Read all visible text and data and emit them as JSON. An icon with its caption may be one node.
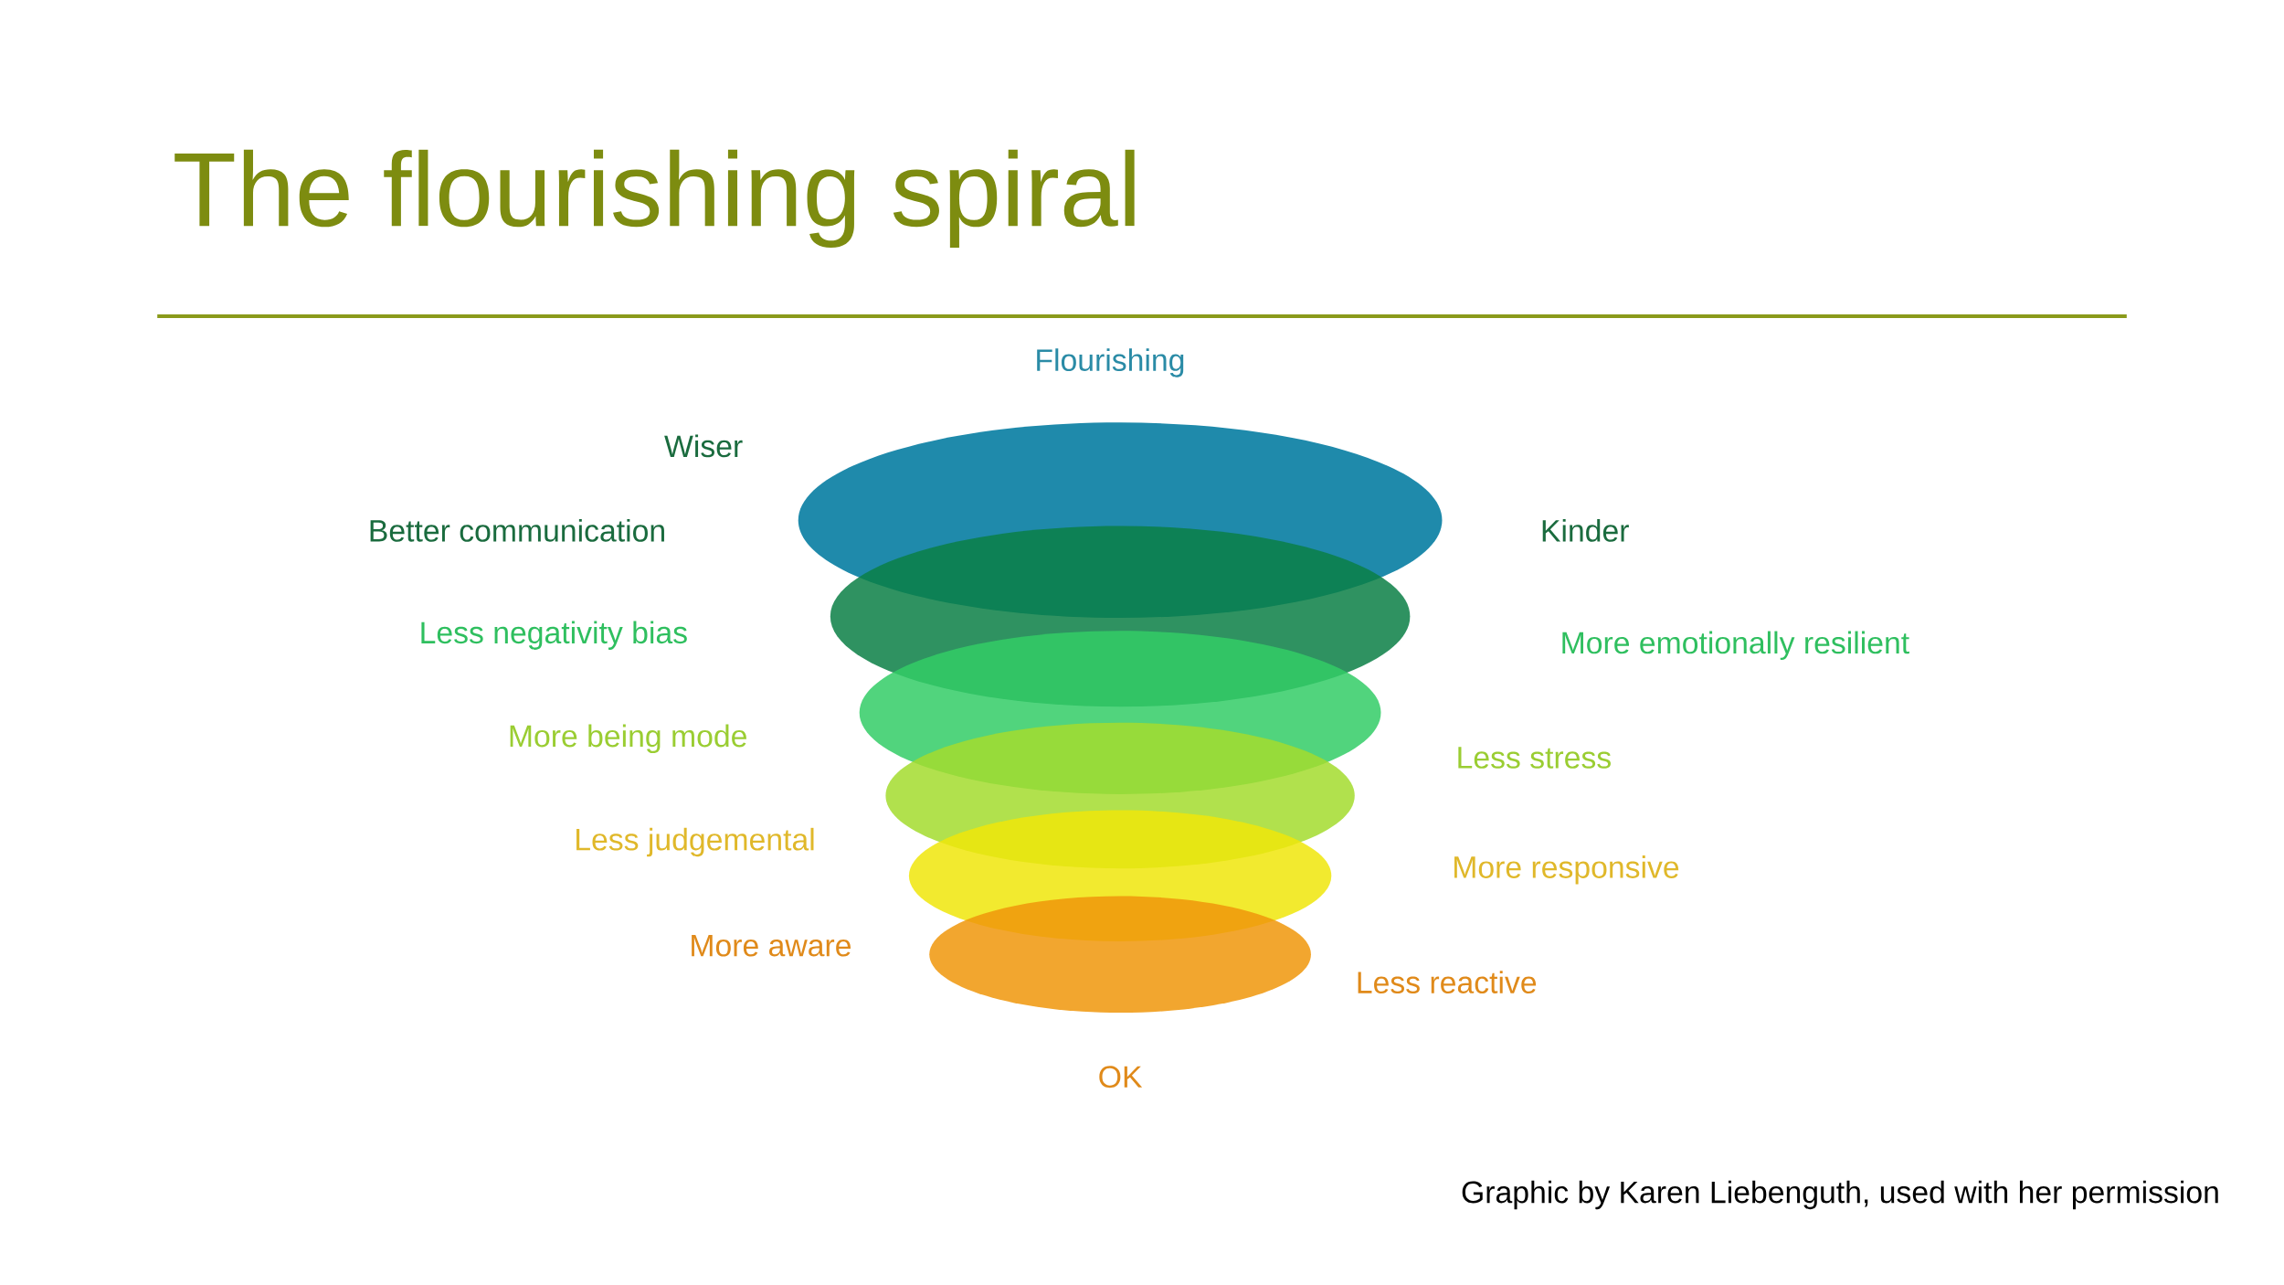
{
  "diagram": {
    "title": "The flourishing spiral",
    "labels": [
      "Flourishing",
      "Wiser",
      "Better communication",
      "Kinder",
      "Less negativity bias",
      "More emotionally resilient",
      "More being mode",
      "Less stress",
      "Less judgemental",
      "More responsive",
      "More aware",
      "Less reactive",
      "OK",
      "Graphic by Karen Liebenguth, used with her permission"
    ]
  }
}
